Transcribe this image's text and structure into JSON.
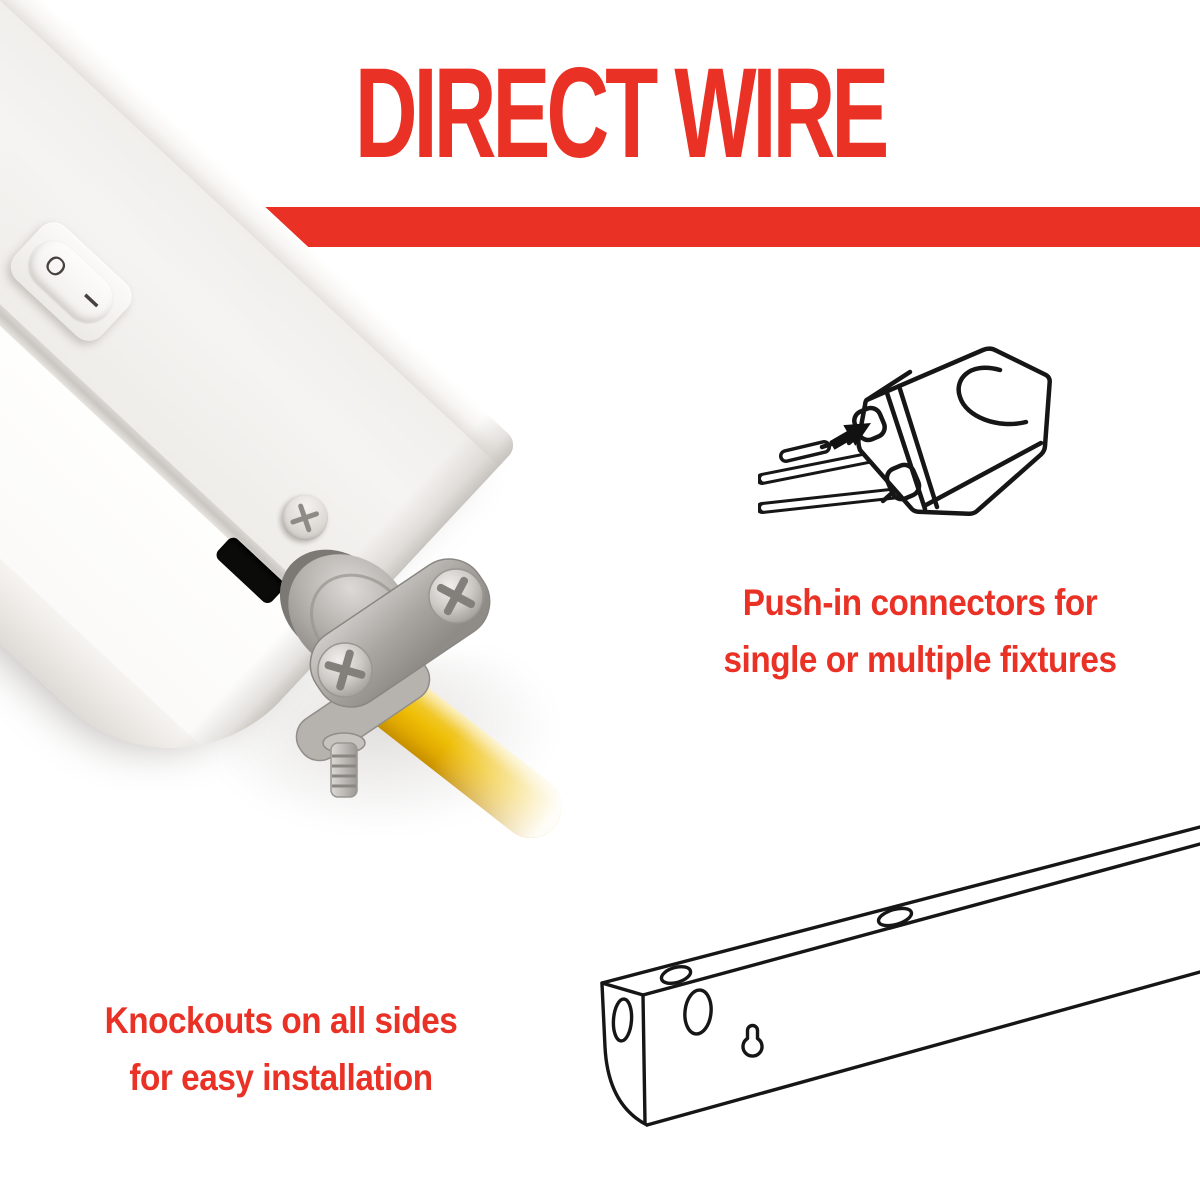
{
  "image": {
    "kind": "product feature infographic",
    "background": "#ffffff",
    "accent_red": "#EA3126"
  },
  "header": {
    "title": "DIRECT WIRE"
  },
  "photo": {
    "alt": "white direct-wire under-cabinet light fixture end with rocker switch, metal strain-relief cable clamp and yellow supply cable",
    "switch": {
      "off_mark": "O",
      "on_mark": "I"
    },
    "colors": {
      "fixture_white": "#F5F3F0",
      "cable_yellow": "#EEBE06",
      "clamp_metal": "#ACA9A5"
    }
  },
  "callouts": {
    "push_in": {
      "line1": "Push-in connectors for",
      "line2": "single or multiple fixtures",
      "illustration": "push-in-wire-connector-with-arrow"
    },
    "knockouts": {
      "line1": "Knockouts on all sides",
      "line2": "for easy installation",
      "illustration": "fixture-housing-with-knockouts-and-keyhole"
    }
  }
}
